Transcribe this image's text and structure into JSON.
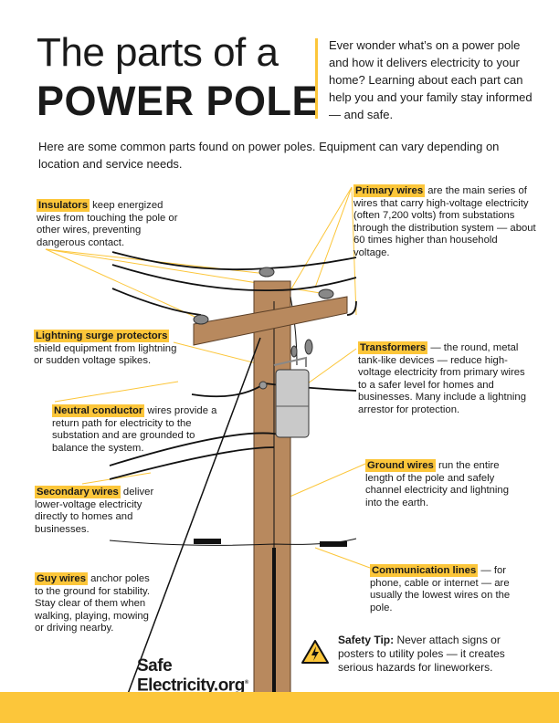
{
  "header": {
    "title_line1": "The parts of a",
    "title_line2": "POWER POLE",
    "intro": "Ever wonder what’s on a power pole and how it delivers electricity to your home? Learning about each part can help you and your family stay informed — and safe."
  },
  "subheading": "Here are some common parts found on power poles. Equipment can vary depending on location and service needs.",
  "callouts": {
    "insulators": {
      "label": "Insulators",
      "text": " keep energized wires from touching the pole or other wires, preventing dangerous contact."
    },
    "primary": {
      "label": "Primary wires",
      "text": " are the main series of wires that carry high-voltage electricity (often 7,200 volts) from substations through the distribution system — about 60 times higher than household voltage."
    },
    "lightning": {
      "label": "Lightning surge protectors",
      "text": " shield equipment from lightning or sudden voltage spikes."
    },
    "transformers": {
      "label": "Transformers",
      "text": " — the round, metal tank-like devices — reduce high-voltage electricity from primary wires to a safer level for homes and businesses. Many include a lightning arrestor for protection."
    },
    "neutral": {
      "label": "Neutral conductor",
      "text": " wires provide a return path for electricity to the substation and are grounded to balance the system."
    },
    "ground": {
      "label": "Ground wires",
      "text": " run the entire length of the pole and safely channel electricity and lightning into the earth."
    },
    "secondary": {
      "label": "Secondary wires",
      "text": " deliver lower-voltage electricity directly to homes and businesses."
    },
    "communication": {
      "label": "Communication lines",
      "text": " — for phone, cable or internet — are usually the lowest wires on the pole."
    },
    "guy": {
      "label": "Guy wires",
      "text": " anchor poles to the ground for stability. Stay clear of them when walking, playing, mowing or driving nearby."
    }
  },
  "safety": {
    "label": "Safety Tip:",
    "text": " Never attach signs or posters to utility poles — it creates serious hazards for lineworkers.",
    "icon": "lightning-warning-icon"
  },
  "logo": {
    "line1": "Safe",
    "line2": "Electricity.org",
    "mark": "®"
  },
  "colors": {
    "accent": "#FCC63A",
    "pole": "#B8895E"
  }
}
